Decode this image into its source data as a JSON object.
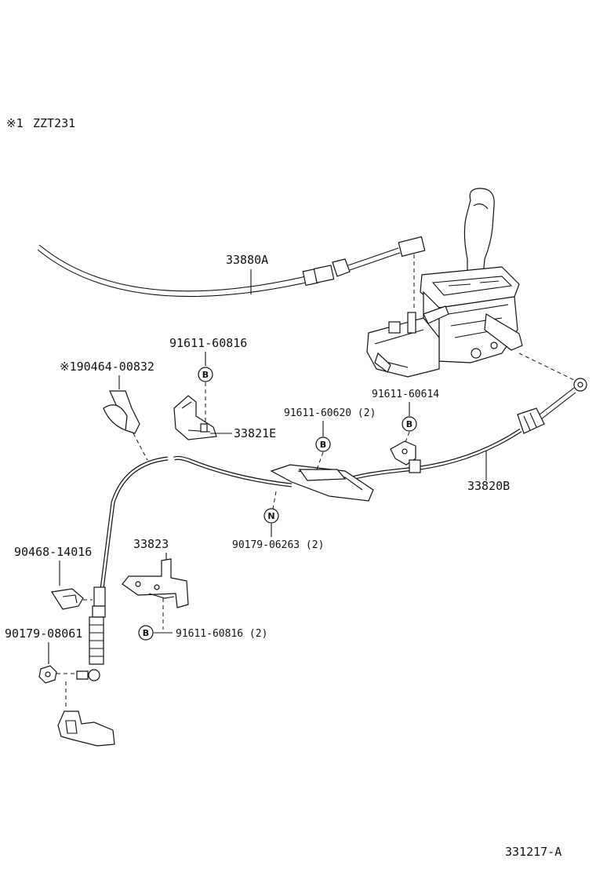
{
  "header_note": {
    "symbol": "※1",
    "text": "ZZT231"
  },
  "circle_marks": {
    "b": "B",
    "n": "N"
  },
  "parts": {
    "cable_33880a": "33880A",
    "bolt_top": "91611-60816",
    "clip_190464": "※190464-00832",
    "bracket_33821e": "33821E",
    "bolt_60620": "91611-60620 (2)",
    "bolt_60614": "91611-60614",
    "cable_33820b": "33820B",
    "nut_06263": "90179-06263 (2)",
    "clip_14016": "90468-14016",
    "bracket_33823": "33823",
    "bolt_bottom": "91611-60816 (2)",
    "nut_08061": "90179-08061"
  },
  "diagram_code": "331217-A"
}
